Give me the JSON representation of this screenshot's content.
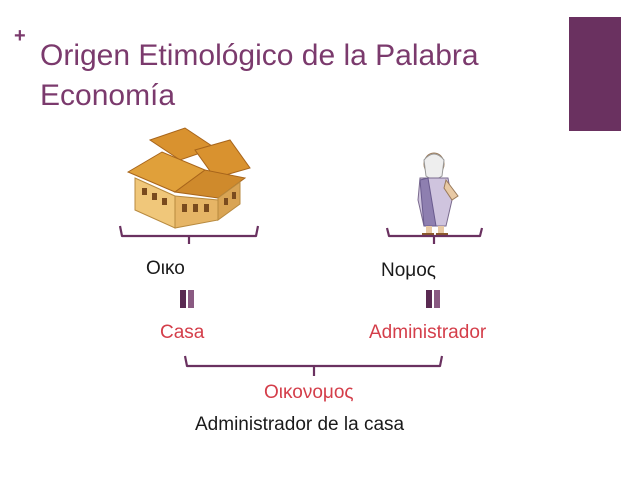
{
  "slide": {
    "title": "Origen Etimológico de la Palabra Economía",
    "colors": {
      "accent": "#6a3160",
      "title": "#7b3a6d",
      "highlight": "#d43e4a",
      "bracket": "#6a3160"
    }
  },
  "left": {
    "image": "house-illustration",
    "greek": "Οικο",
    "meaning": "Casa"
  },
  "right": {
    "image": "greek-philosopher-illustration",
    "greek": "Νομος",
    "meaning": "Administrador"
  },
  "combined": {
    "greek": "Οικονομος",
    "meaning": "Administrador de la casa"
  }
}
